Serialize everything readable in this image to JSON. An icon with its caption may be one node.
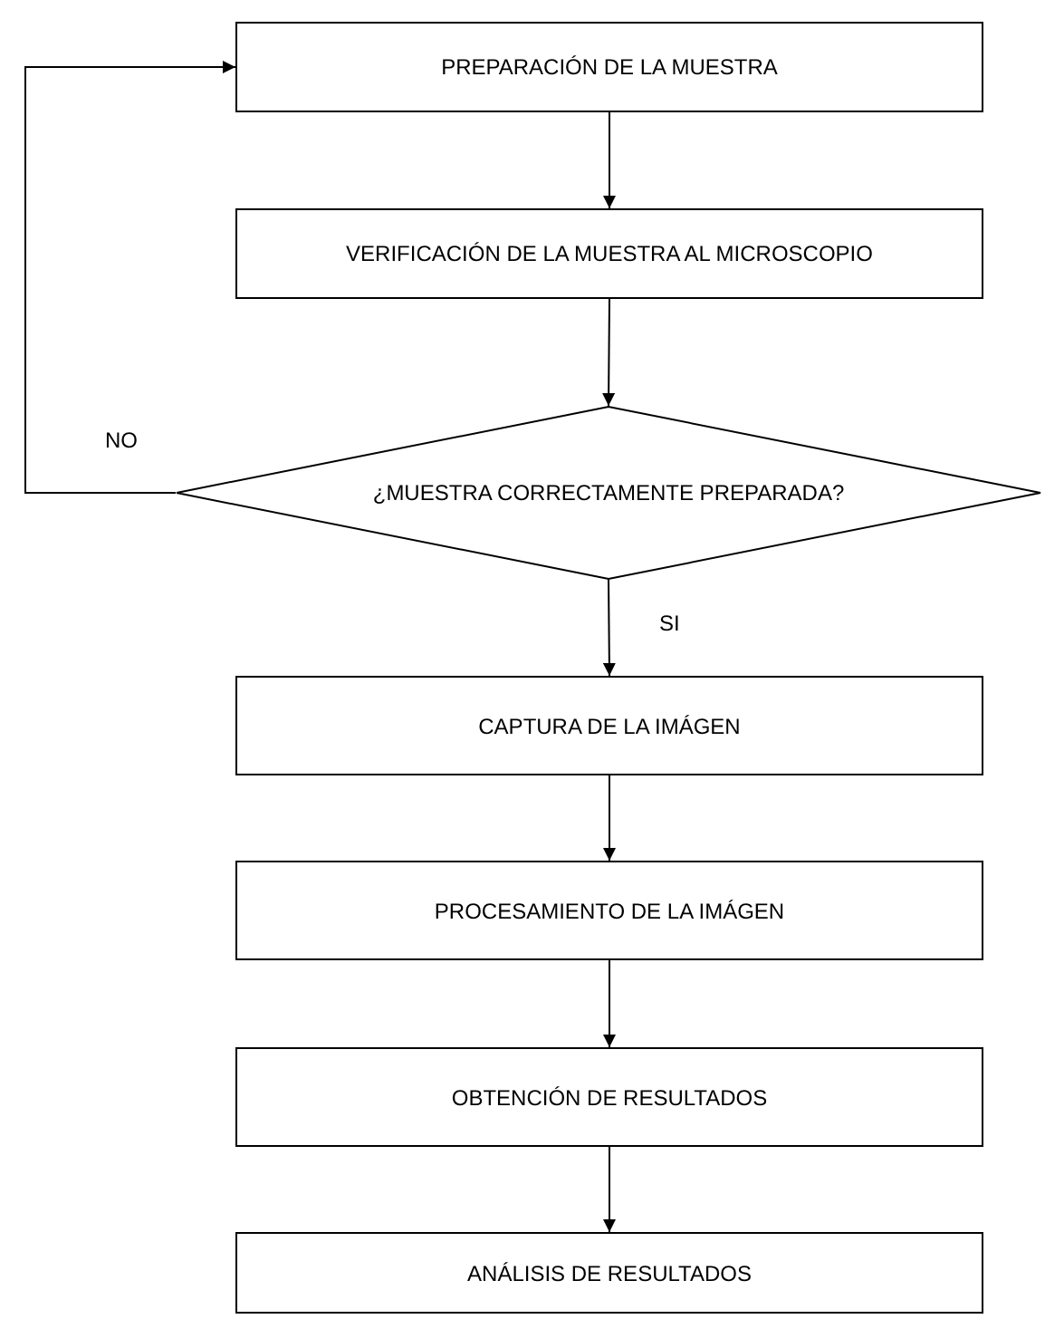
{
  "diagram": {
    "nodes": [
      {
        "text": [
          "PREPARACIÓN DE LA MUESTRA"
        ]
      },
      {
        "text": [
          "VERIFICACIÓN DE LA MUESTRA AL MICROSCOPIO"
        ]
      },
      {
        "text": [
          "¿MUESTRA CORRECTAMENTE PREPARADA?"
        ]
      },
      {
        "text": [
          "CAPTURA DE LA IMÁGEN"
        ]
      },
      {
        "text": [
          "PROCESAMIENTO DE LA IMÁGEN"
        ]
      },
      {
        "text": [
          "OBTENCIÓN DE RESULTADOS"
        ]
      },
      {
        "text": [
          "ANÁLISIS DE RESULTADOS"
        ]
      }
    ],
    "edges": [
      {
        "from": 0,
        "to": 1,
        "arrow": "to"
      },
      {
        "from": 1,
        "to": 2,
        "arrow": "to"
      },
      {
        "from": 2,
        "to": 0,
        "arrow": "to",
        "label": "NO"
      },
      {
        "from": 2,
        "to": 3,
        "arrow": "to",
        "label": "SI"
      },
      {
        "from": 3,
        "to": 4,
        "arrow": "to"
      },
      {
        "from": 4,
        "to": 5,
        "arrow": "to"
      },
      {
        "from": 5,
        "to": 6,
        "arrow": "to"
      }
    ]
  }
}
